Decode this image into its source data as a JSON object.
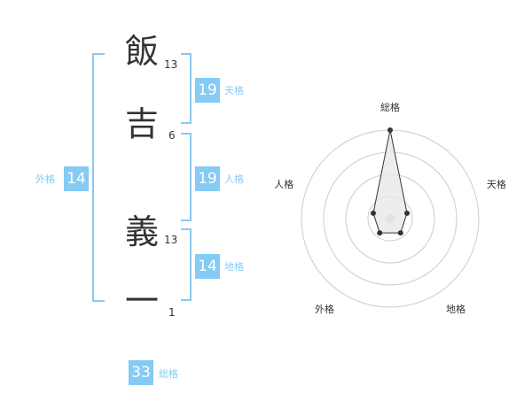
{
  "name_chart": {
    "characters": [
      {
        "char": "飯",
        "strokes": "13"
      },
      {
        "char": "吉",
        "strokes": "6"
      },
      {
        "char": "義",
        "strokes": "13"
      },
      {
        "char": "一",
        "strokes": "1"
      }
    ],
    "fortunes": {
      "tenkaku": {
        "label": "天格",
        "value": "19"
      },
      "jinkaku": {
        "label": "人格",
        "value": "19"
      },
      "chikaku": {
        "label": "地格",
        "value": "14"
      },
      "gaikaku": {
        "label": "外格",
        "value": "14"
      },
      "soukaku": {
        "label": "総格",
        "value": "33"
      }
    }
  },
  "chart_data": {
    "type": "radar",
    "axes": [
      "総格",
      "天格",
      "地格",
      "外格",
      "人格"
    ],
    "values": [
      5,
      1,
      1,
      1,
      1
    ],
    "max": 5,
    "rings": 4,
    "colors": {
      "grid": "#cccccc",
      "fill": "#e8e8e8",
      "stroke": "#333333",
      "accent": "#85cbf3"
    }
  }
}
